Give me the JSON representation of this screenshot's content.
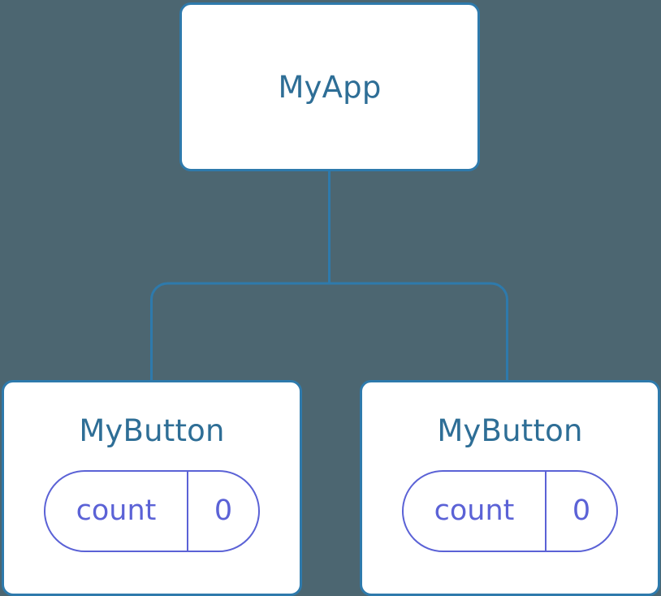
{
  "diagram": {
    "type": "component-tree",
    "background_color": "#4C6671",
    "node_border_color": "#2E7AAC",
    "node_fill_color": "#FFFFFF",
    "node_title_color": "#2E6E96",
    "state_accent_color": "#5B62D6",
    "edge_color": "#2E7AAC"
  },
  "root": {
    "title": "MyApp"
  },
  "children": [
    {
      "title": "MyButton",
      "state": {
        "key": "count",
        "value": "0"
      }
    },
    {
      "title": "MyButton",
      "state": {
        "key": "count",
        "value": "0"
      }
    }
  ]
}
